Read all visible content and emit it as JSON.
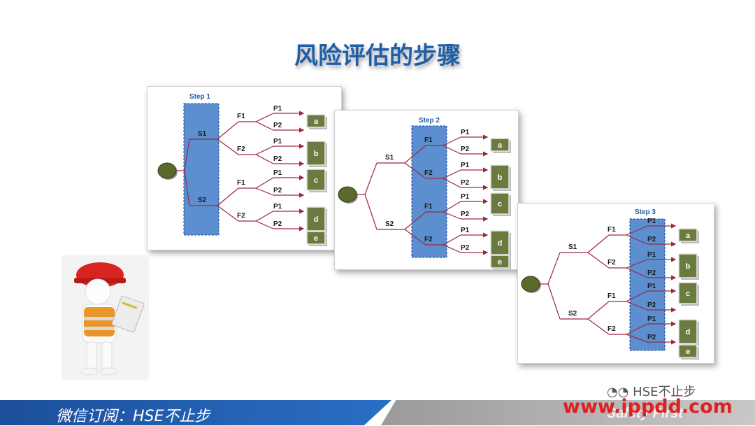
{
  "title": "风险评估的步骤",
  "steps": [
    {
      "label": "Step 1",
      "highlight": "S"
    },
    {
      "label": "Step 2",
      "highlight": "F"
    },
    {
      "label": "Step 3",
      "highlight": "P"
    }
  ],
  "tree": {
    "level1": [
      "S1",
      "S2"
    ],
    "level2": [
      "F1",
      "F2"
    ],
    "level3": [
      "P1",
      "P2"
    ],
    "outcomes": [
      "a",
      "b",
      "c",
      "d",
      "e"
    ]
  },
  "footer": {
    "left_text": "微信订阅：HSE不止步",
    "right_text": "Safety First"
  },
  "wechat_label": "HSE不止步",
  "watermark": "www.ippdd.com",
  "colors": {
    "title": "#1f5fa8",
    "highlight_box": "#5b8fd0",
    "branch_line": "#a0283c",
    "outcome_box": "#6b7a3e",
    "root_node": "#5a6a2a"
  }
}
